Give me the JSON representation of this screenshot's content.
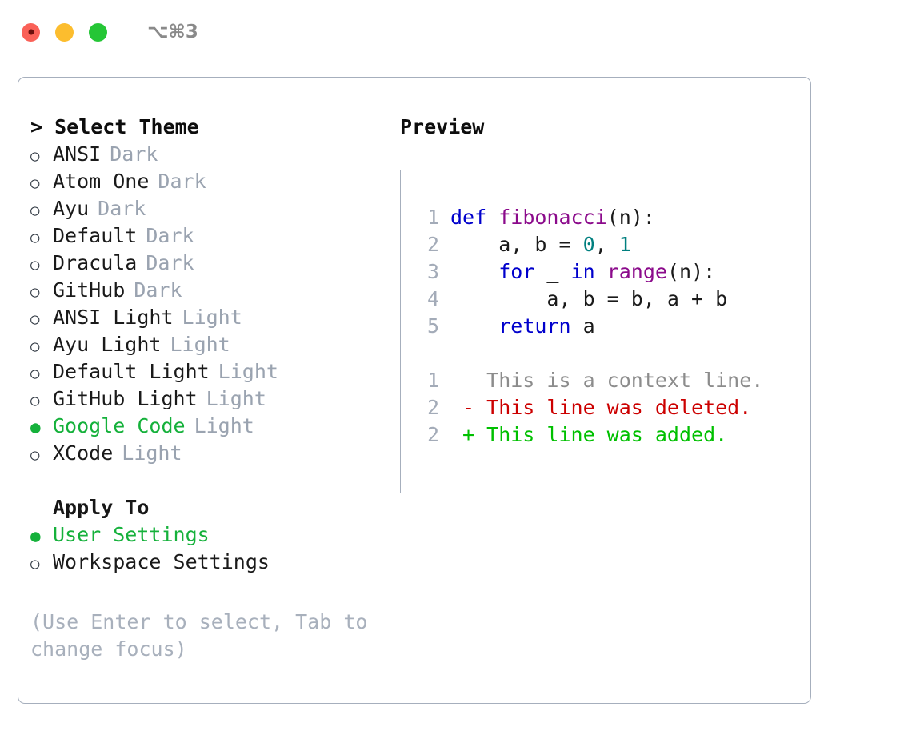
{
  "titlebar": {
    "shortcut": "⌥⌘3",
    "lights": [
      {
        "name": "close",
        "color": "#fa6158"
      },
      {
        "name": "minimize",
        "color": "#fcbd2e"
      },
      {
        "name": "maximize",
        "color": "#25c636"
      }
    ]
  },
  "theme_picker": {
    "header": "> Select Theme",
    "items": [
      {
        "marker": "○",
        "name": "ANSI",
        "category": "Dark",
        "selected": false
      },
      {
        "marker": "○",
        "name": "Atom One",
        "category": "Dark",
        "selected": false
      },
      {
        "marker": "○",
        "name": "Ayu",
        "category": "Dark",
        "selected": false
      },
      {
        "marker": "○",
        "name": "Default",
        "category": "Dark",
        "selected": false
      },
      {
        "marker": "○",
        "name": "Dracula",
        "category": "Dark",
        "selected": false
      },
      {
        "marker": "○",
        "name": "GitHub",
        "category": "Dark",
        "selected": false
      },
      {
        "marker": "○",
        "name": "ANSI Light",
        "category": "Light",
        "selected": false
      },
      {
        "marker": "○",
        "name": "Ayu Light",
        "category": "Light",
        "selected": false
      },
      {
        "marker": "○",
        "name": "Default Light",
        "category": "Light",
        "selected": false
      },
      {
        "marker": "○",
        "name": "GitHub Light",
        "category": "Light",
        "selected": false
      },
      {
        "marker": "●",
        "name": "Google Code",
        "category": "Light",
        "selected": true
      },
      {
        "marker": "○",
        "name": "XCode",
        "category": "Light",
        "selected": false
      }
    ]
  },
  "apply_to": {
    "header": "Apply To",
    "items": [
      {
        "marker": "●",
        "name": "User Settings",
        "selected": true
      },
      {
        "marker": "○",
        "name": "Workspace Settings",
        "selected": false
      }
    ]
  },
  "hint": "(Use Enter to select, Tab to change focus)",
  "preview": {
    "title": "Preview",
    "code_lines": [
      {
        "num": "1",
        "tokens": [
          {
            "t": "def",
            "c": "kw"
          },
          {
            "t": " ",
            "c": "pl"
          },
          {
            "t": "fibonacci",
            "c": "fn"
          },
          {
            "t": "(n):",
            "c": "pl"
          }
        ]
      },
      {
        "num": "2",
        "tokens": [
          {
            "t": "    a, b = ",
            "c": "pl"
          },
          {
            "t": "0",
            "c": "num"
          },
          {
            "t": ", ",
            "c": "pl"
          },
          {
            "t": "1",
            "c": "num"
          }
        ]
      },
      {
        "num": "3",
        "tokens": [
          {
            "t": "    ",
            "c": "pl"
          },
          {
            "t": "for",
            "c": "kw"
          },
          {
            "t": " _ ",
            "c": "pl"
          },
          {
            "t": "in",
            "c": "kw"
          },
          {
            "t": " ",
            "c": "pl"
          },
          {
            "t": "range",
            "c": "fn"
          },
          {
            "t": "(n):",
            "c": "pl"
          }
        ]
      },
      {
        "num": "4",
        "tokens": [
          {
            "t": "        a, b = b, a + b",
            "c": "pl"
          }
        ]
      },
      {
        "num": "5",
        "tokens": [
          {
            "t": "    ",
            "c": "pl"
          },
          {
            "t": "return",
            "c": "kw"
          },
          {
            "t": " a",
            "c": "pl"
          }
        ]
      }
    ],
    "diff_lines": [
      {
        "num": "1",
        "sign": " ",
        "text": "This is a context line.",
        "kind": "ctx"
      },
      {
        "num": "2",
        "sign": "-",
        "text": "This line was deleted.",
        "kind": "del"
      },
      {
        "num": "2",
        "sign": "+",
        "text": "This line was added.",
        "kind": "add"
      }
    ]
  },
  "colors": {
    "accent_green": "#15b13b",
    "muted": "#9aa3b0",
    "border": "#a6afbd",
    "keyword": "#0000cc",
    "function": "#8b0a8b",
    "number": "#007f7f",
    "diff_delete": "#cc0000",
    "diff_add": "#00c000",
    "line_number": "#a3abb8"
  }
}
